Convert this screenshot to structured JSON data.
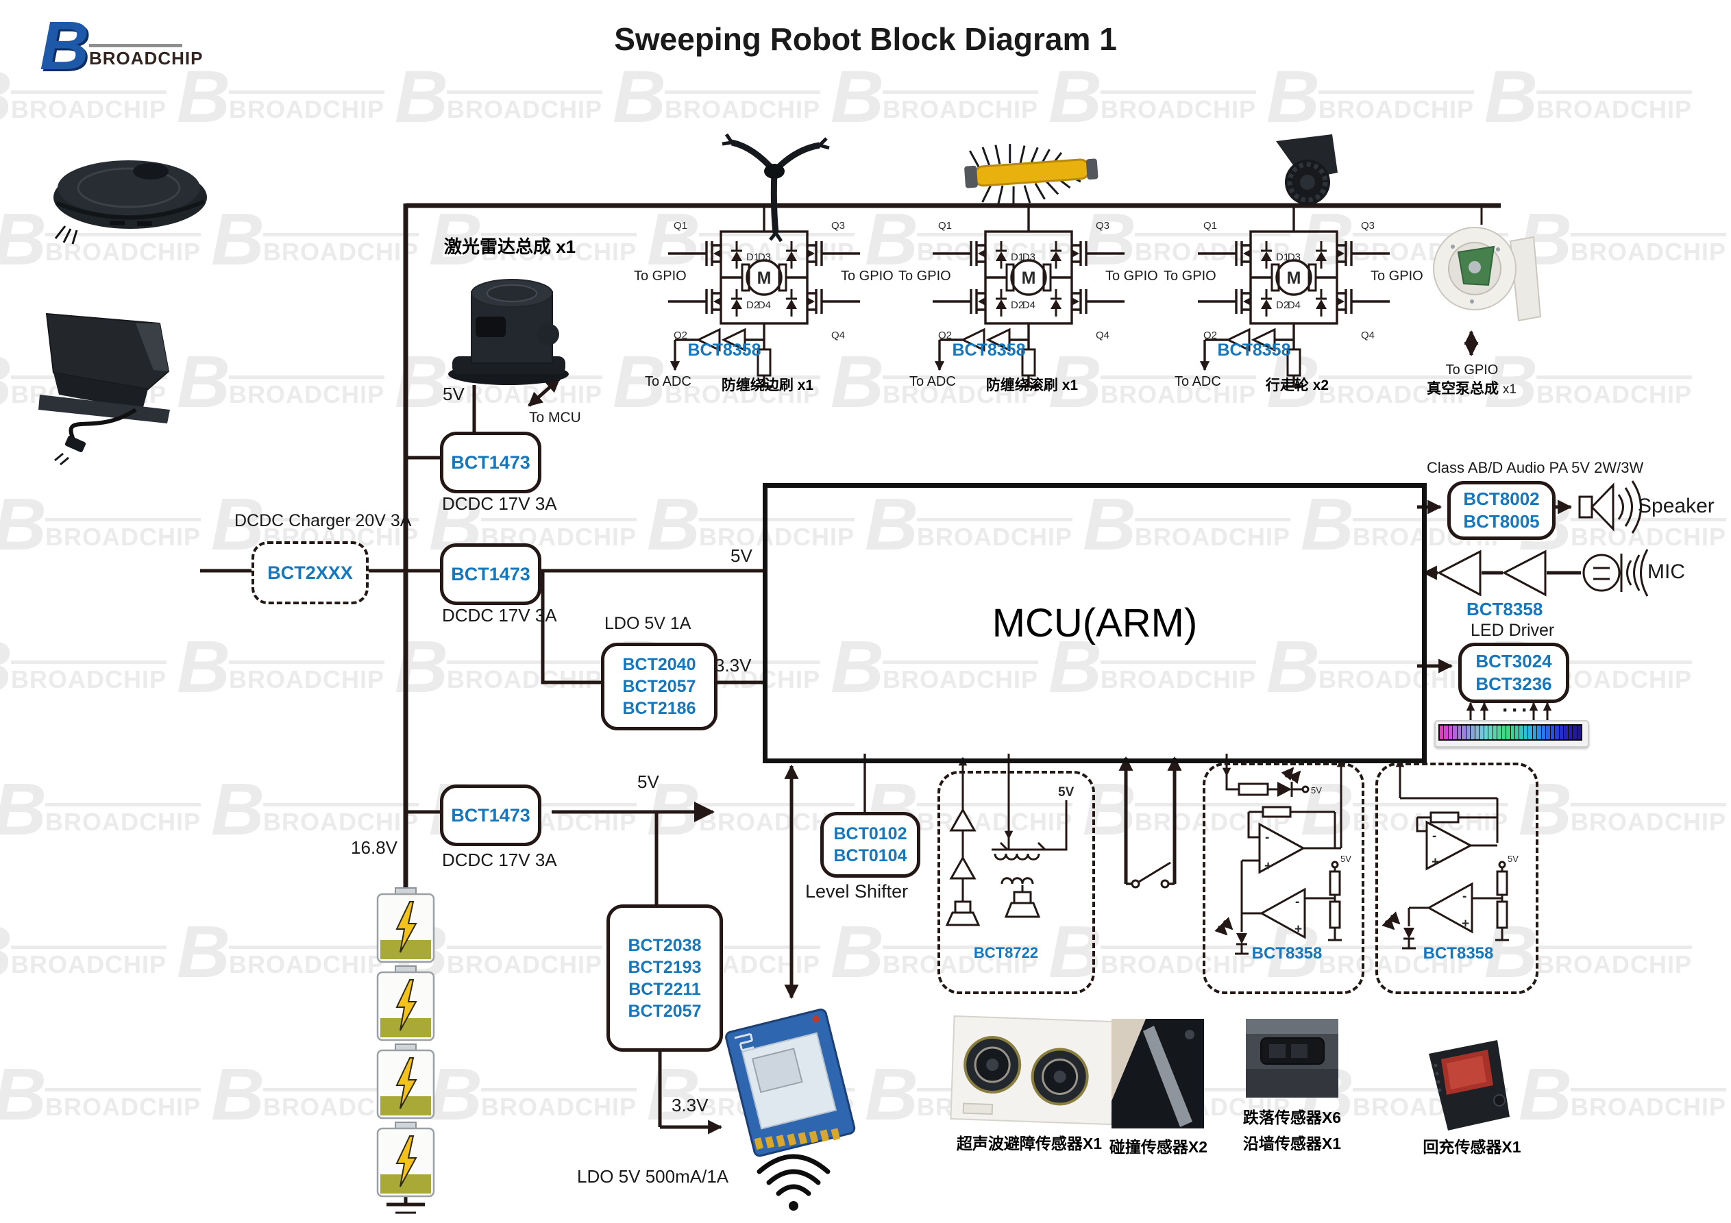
{
  "logo": {
    "letter": "B",
    "brand": "BROADCHIP"
  },
  "watermark": {
    "letter": "B",
    "brand": "BROADCHIP"
  },
  "header": {
    "title": "Sweeping Robot Block Diagram 1"
  },
  "rails": {
    "v5": "5V",
    "v33": "3.3V",
    "vbat": "16.8V"
  },
  "lidar": {
    "label": "激光雷达总成 x1",
    "to_mcu": "To MCU"
  },
  "hb": {
    "q1": "Q1",
    "q2": "Q2",
    "q3": "Q3",
    "q4": "Q4",
    "d1": "D1",
    "d2": "D2",
    "d3": "D3",
    "d4": "D4",
    "m": "M"
  },
  "hbridges": [
    {
      "gpio_left": "To GPIO",
      "gpio_right": "To GPIO",
      "part": "BCT8358",
      "adc": "To ADC",
      "name": "防缠绕边刷 x1"
    },
    {
      "gpio_left": "To GPIO",
      "gpio_right": "To GPIO",
      "part": "BCT8358",
      "adc": "To ADC",
      "name": "防缠绕滚刷 x1"
    },
    {
      "gpio_left": "To GPIO",
      "gpio_right": "To GPIO",
      "part": "BCT8358",
      "adc": "To ADC",
      "name": "行走轮 x2"
    }
  ],
  "vacuum": {
    "gpio": "To GPIO",
    "name": "真空泵总成",
    "qty": "x1"
  },
  "charger": {
    "label": "DCDC Charger 20V 3A",
    "part": "BCT2XXX"
  },
  "dcdc": [
    {
      "part": "BCT1473",
      "label": "DCDC 17V 3A"
    },
    {
      "part": "BCT1473",
      "label": "DCDC 17V 3A"
    },
    {
      "part": "BCT1473",
      "label": "DCDC 17V 3A"
    }
  ],
  "ldo_5v1a": {
    "label": "LDO 5V 1A",
    "parts": [
      "BCT2040",
      "BCT2057",
      "BCT2186"
    ]
  },
  "mcu": {
    "label": "MCU(ARM)"
  },
  "audio": {
    "pa_class": "Class  AB/D Audio PA 5V 2W/3W",
    "pa_parts": [
      "BCT8002",
      "BCT8005"
    ],
    "speaker": "Speaker",
    "mic": "MIC"
  },
  "led": {
    "part": "BCT8358",
    "role": "LED Driver",
    "drivers": [
      "BCT3024",
      "BCT3236"
    ],
    "dots": "···",
    "colors": [
      "#f22fd4",
      "#e13ad8",
      "#cf4fdc",
      "#bc5ee0",
      "#a76ee2",
      "#9b82df",
      "#8f96da",
      "#86a8d9",
      "#7fb9dd",
      "#76c8e0",
      "#6cd3d8",
      "#61d8c4",
      "#55d9ae",
      "#4cd99a",
      "#45d88b",
      "#3fd77f",
      "#3ad492",
      "#36cfa8",
      "#33c8bd",
      "#31bed2",
      "#2fb1e0",
      "#2da0e6",
      "#2b8ce8",
      "#2a79e6",
      "#2965e2",
      "#2852dd",
      "#273fd6",
      "#262fc9",
      "#2524b8",
      "#241ea6",
      "#231a96",
      "#221786"
    ]
  },
  "shifter": {
    "parts": [
      "BCT0102",
      "BCT0104"
    ],
    "label": "Level Shifter"
  },
  "ldo_5v500": {
    "parts": [
      "BCT2038",
      "BCT2193",
      "BCT2211",
      "BCT2057"
    ],
    "label": "LDO  5V 500mA/1A"
  },
  "ultrasonic": {
    "part": "BCT8722",
    "label": "超声波避障传感器X1"
  },
  "bump": {
    "label": "碰撞传感器X2"
  },
  "cliff": {
    "part": "BCT8358",
    "line1": "跌落传感器X6",
    "line2": "沿墙传感器X1"
  },
  "recharge": {
    "part": "BCT8358",
    "label": "回充传感器X1"
  }
}
